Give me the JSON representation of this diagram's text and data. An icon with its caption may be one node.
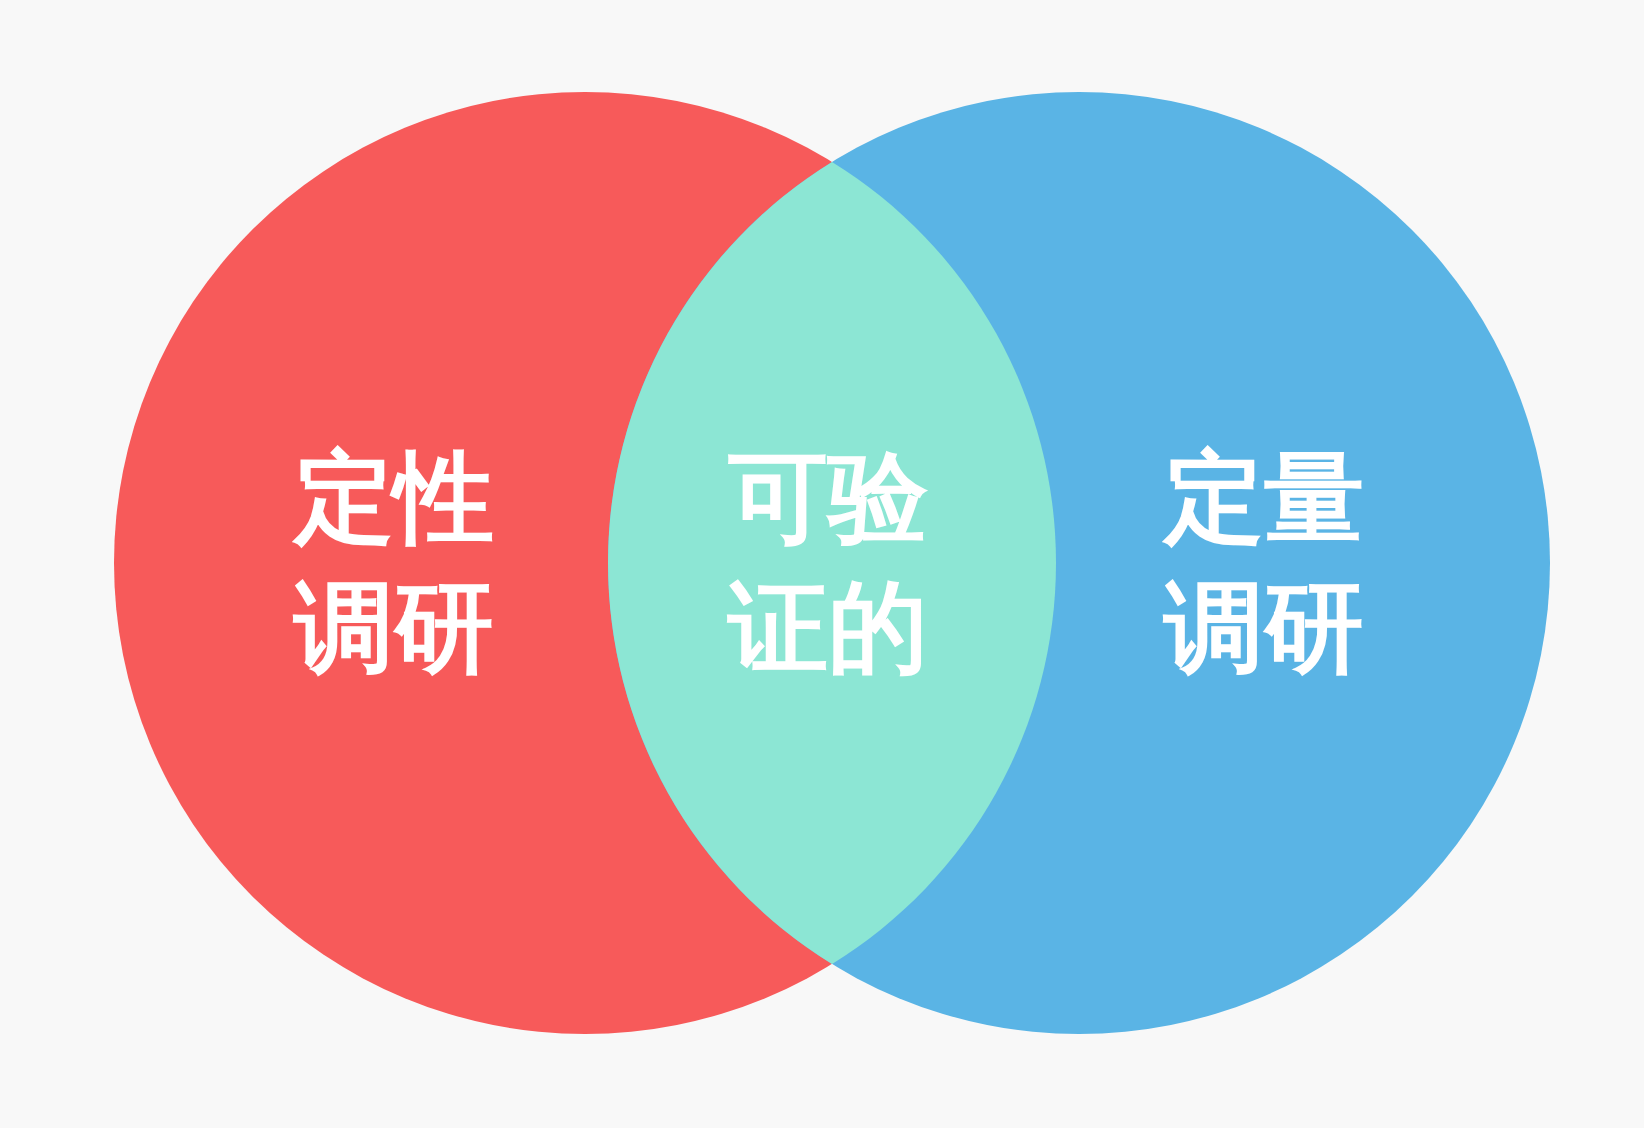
{
  "diagram": {
    "nodes": [
      {
        "text": [
          "定性调研"
        ]
      },
      {
        "text": [
          "可验证的"
        ]
      },
      {
        "text": [
          "定量调研"
        ]
      }
    ]
  }
}
